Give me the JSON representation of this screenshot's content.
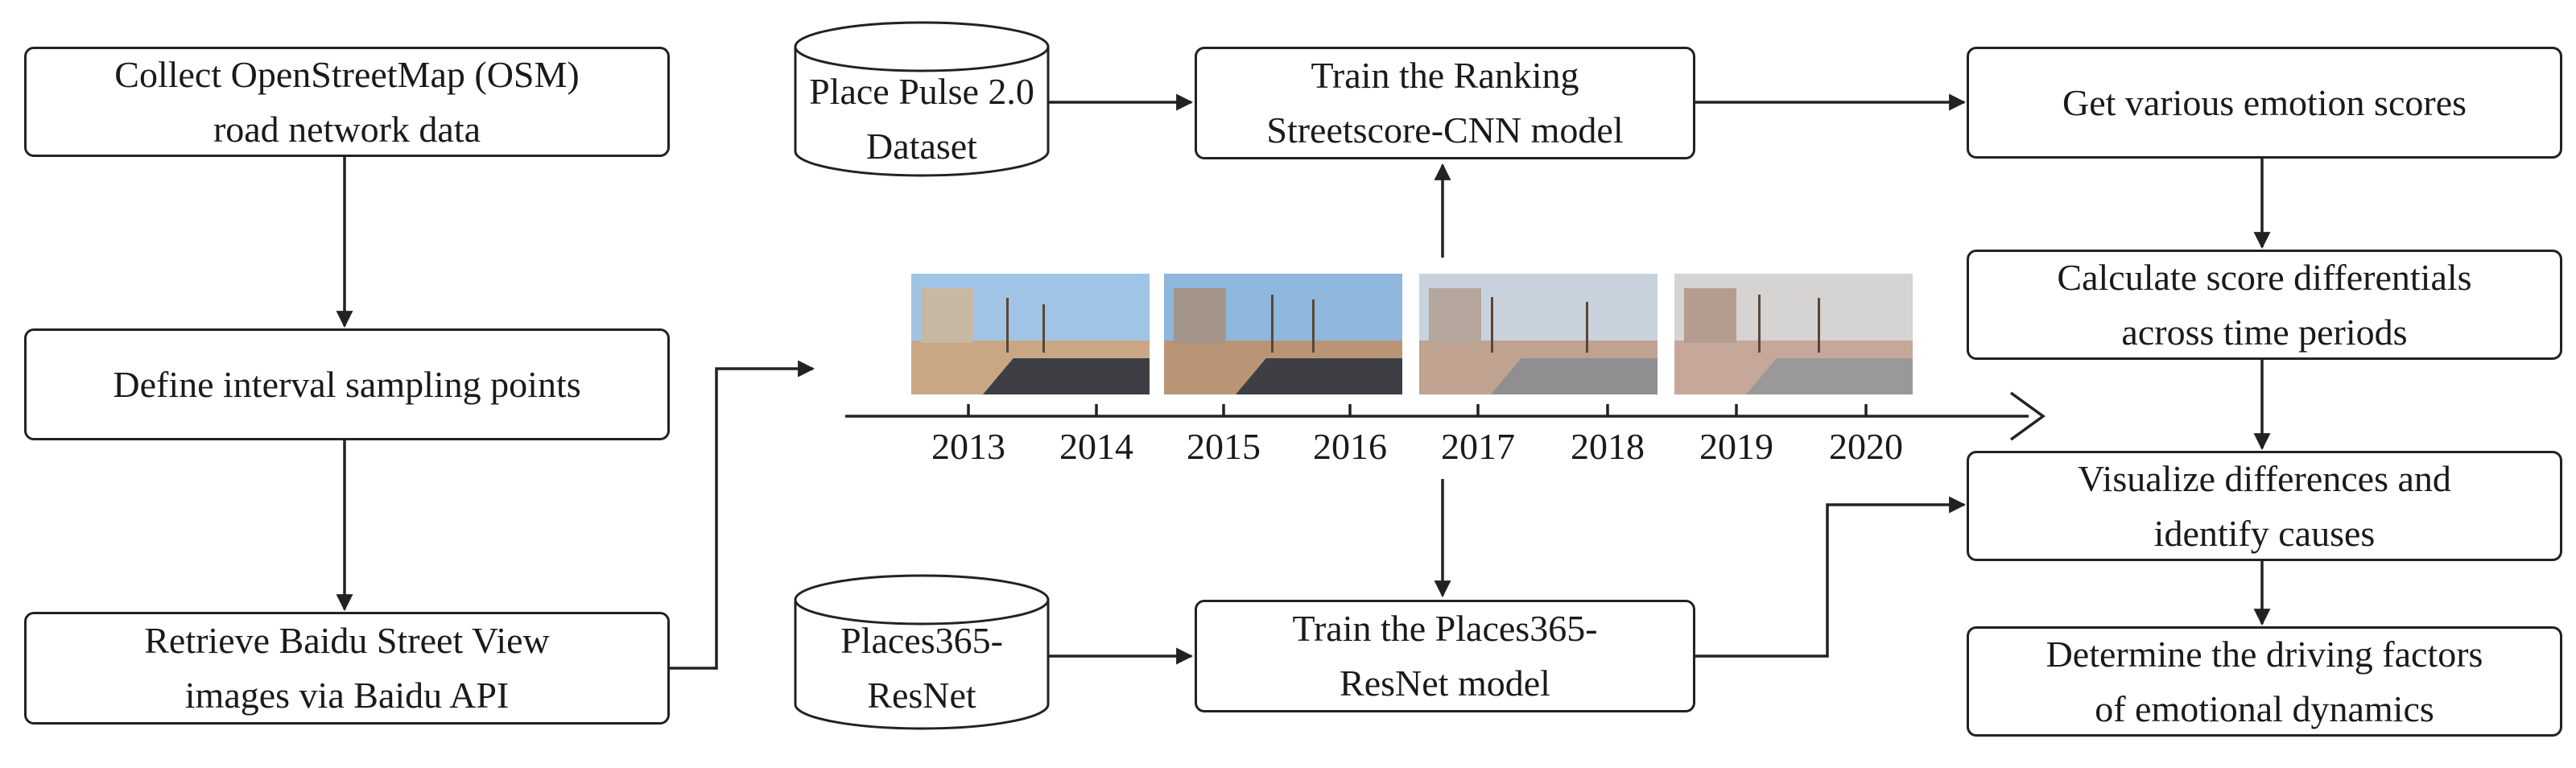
{
  "nodes": {
    "collect_osm": [
      "Collect OpenStreetMap (OSM)",
      "road network data"
    ],
    "define_points": [
      "Define interval sampling points"
    ],
    "retrieve_bsv": [
      "Retrieve Baidu Street View",
      "images via Baidu API"
    ],
    "place_pulse": [
      "Place Pulse 2.0",
      "Dataset"
    ],
    "train_ranking": [
      "Train the Ranking",
      "Streetscore-CNN model"
    ],
    "places365": [
      "Places365-",
      "ResNet"
    ],
    "train_places365": [
      "Train the Places365-",
      "ResNet model"
    ],
    "emotion_scores": [
      "Get various emotion scores"
    ],
    "score_diff": [
      "Calculate score differentials",
      "across time periods"
    ],
    "visualize": [
      "Visualize differences and",
      "identify causes"
    ],
    "driving_factors": [
      "Determine the driving factors",
      "of emotional dynamics"
    ]
  },
  "timeline": {
    "years": [
      "2013",
      "2014",
      "2015",
      "2016",
      "2017",
      "2018",
      "2019",
      "2020"
    ]
  },
  "photos": [
    {
      "name": "street-view-2013-2014",
      "sky": "#9fc4e6"
    },
    {
      "name": "street-view-2015-2016",
      "sky": "#8fb6dd"
    },
    {
      "name": "street-view-2017-2018",
      "sky": "#c8d2dc"
    },
    {
      "name": "street-view-2019-2020",
      "sky": "#d6d4d2"
    }
  ],
  "colors": {
    "line": "#222222",
    "box_border": "#222222"
  }
}
